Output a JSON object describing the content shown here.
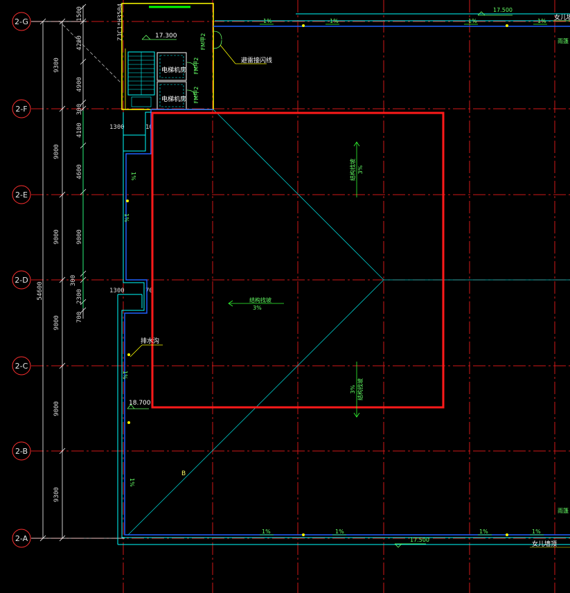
{
  "axes": {
    "rows": [
      "2-G",
      "2-F",
      "2-E",
      "2-D",
      "2-C",
      "2-B",
      "2-A"
    ]
  },
  "dimensions": {
    "total": "54600",
    "spans": [
      "9300",
      "9000",
      "9000",
      "9000",
      "9000",
      "9300"
    ],
    "inner_chain": [
      "1500",
      "4200",
      "4900",
      "300",
      "4100",
      "4600",
      "9000",
      "300",
      "2300",
      "700"
    ],
    "offsets": [
      "1300",
      "1300"
    ],
    "small_marks": [
      "10",
      "70"
    ],
    "detail_ref": "ZJC1*H3504"
  },
  "elevations": {
    "stair_roof": "17.300",
    "top_edge": "17.500",
    "bottom_edge": "17.500",
    "main_roof": "18.700"
  },
  "labels": {
    "elevator_room_1": "电梯机房",
    "elevator_room_2": "电梯机房",
    "door_1": "FM甲2",
    "door_2": "FM甲2",
    "door_3": "FM甲2",
    "lightning": "避雷接闪线",
    "downspout": "排水沟",
    "parapet_bottom": "女儿墙顶",
    "parapet_top": "女儿墙顶",
    "gutter_right_top": "雨篷",
    "gutter_right_bottom": "雨篷",
    "slope_text_center": "结构找坡",
    "slope_text_up": "结构找坡",
    "slope_text_down": "结构找坡",
    "ridge_mark": "B"
  },
  "slopes": {
    "main": "3%",
    "gutter": "1%"
  },
  "colors": {
    "grid": "#ff2020",
    "axis_circle": "#ff3030",
    "outline": "#00ffff",
    "gutter": "#2060ff",
    "skylight": "#ff1a1a",
    "wall": "#ffff00",
    "annotation": "#33ff33",
    "dim": "#ffffff"
  }
}
